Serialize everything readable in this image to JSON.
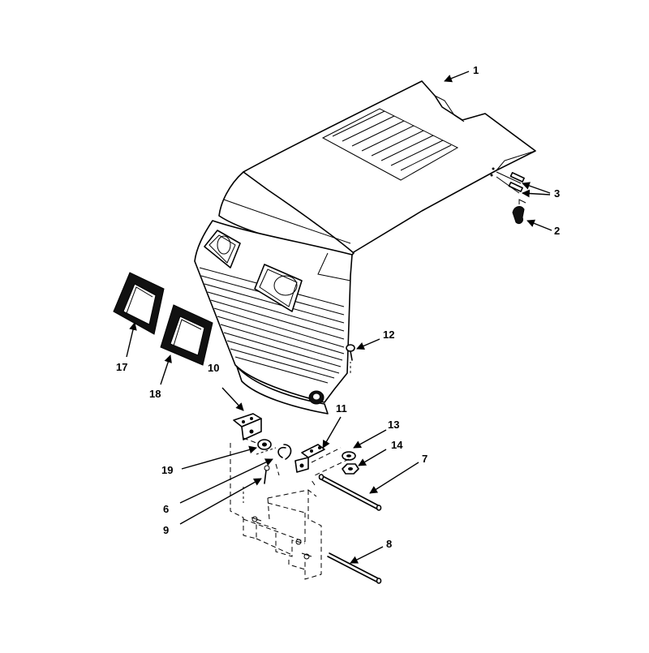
{
  "callouts": {
    "c1": "1",
    "c2": "2",
    "c3": "3",
    "c6": "6",
    "c7": "7",
    "c8": "8",
    "c9": "9",
    "c10": "10",
    "c11": "11",
    "c12": "12",
    "c13": "13",
    "c14": "14",
    "c17": "17",
    "c18": "18",
    "c19": "19"
  }
}
